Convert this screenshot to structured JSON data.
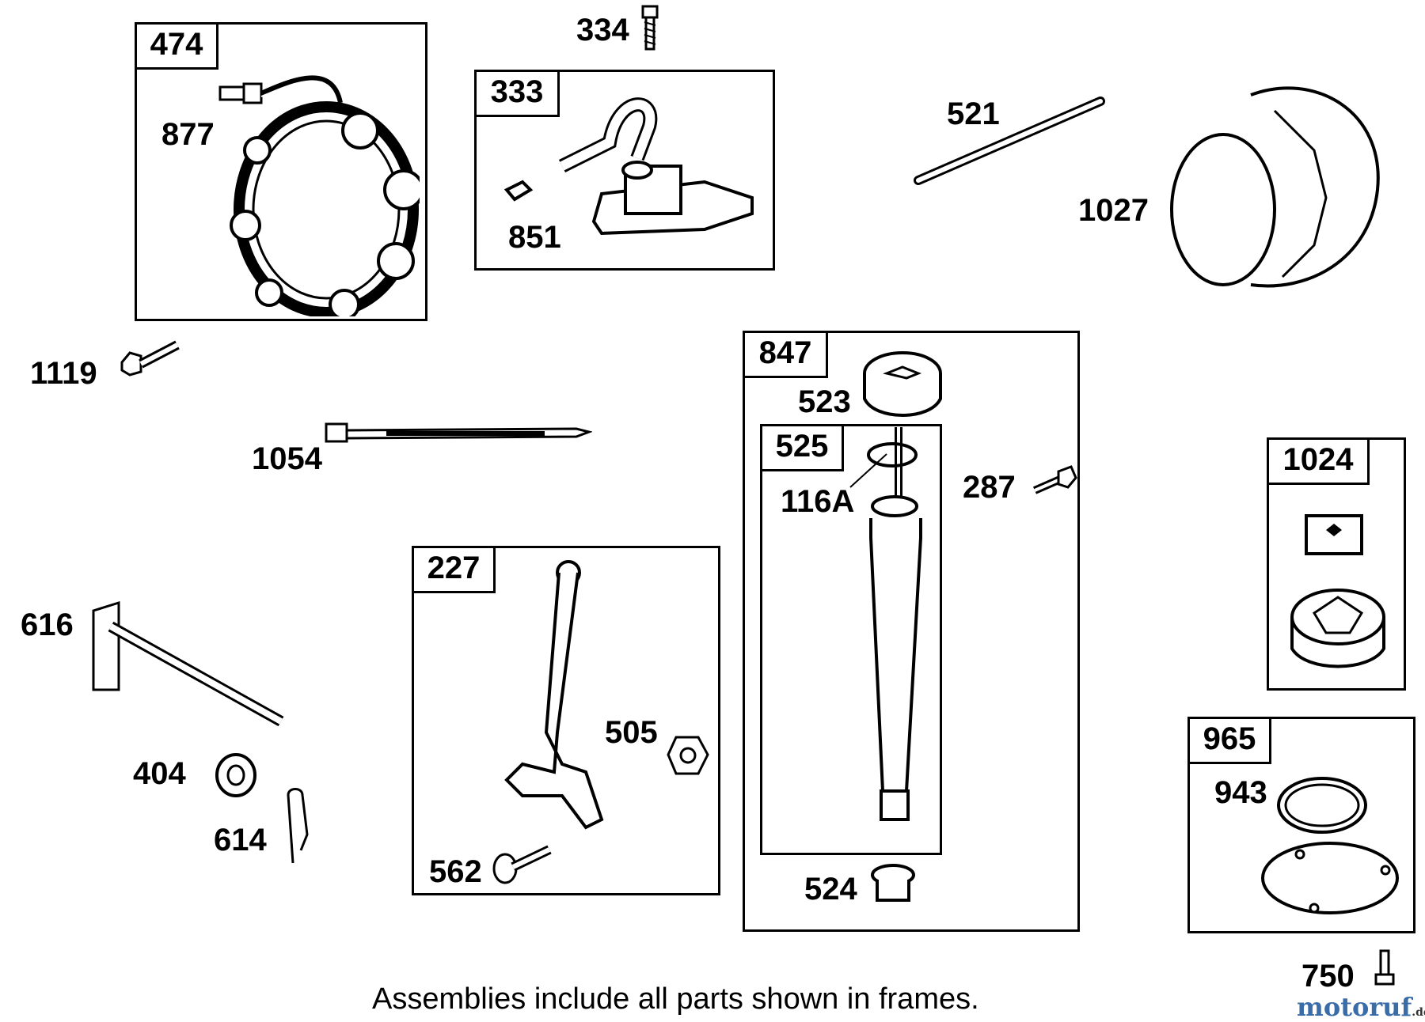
{
  "frames": [
    {
      "id": "474"
    },
    {
      "id": "333"
    },
    {
      "id": "847"
    },
    {
      "id": "525"
    },
    {
      "id": "227"
    },
    {
      "id": "1024"
    },
    {
      "id": "965"
    }
  ],
  "labels": {
    "l334": "334",
    "l474": "474",
    "l877": "877",
    "l333": "333",
    "l851": "851",
    "l521": "521",
    "l1027": "1027",
    "l1119": "1119",
    "l1054": "1054",
    "l847": "847",
    "l523": "523",
    "l525": "525",
    "l116a": "116A",
    "l287": "287",
    "l1024": "1024",
    "l616": "616",
    "l227": "227",
    "l505": "505",
    "l404": "404",
    "l614": "614",
    "l562": "562",
    "l524": "524",
    "l965": "965",
    "l943": "943",
    "l750": "750"
  },
  "caption": "Assemblies include all parts shown in frames.",
  "watermark": {
    "name": "motoruf",
    "tld": ".de"
  }
}
